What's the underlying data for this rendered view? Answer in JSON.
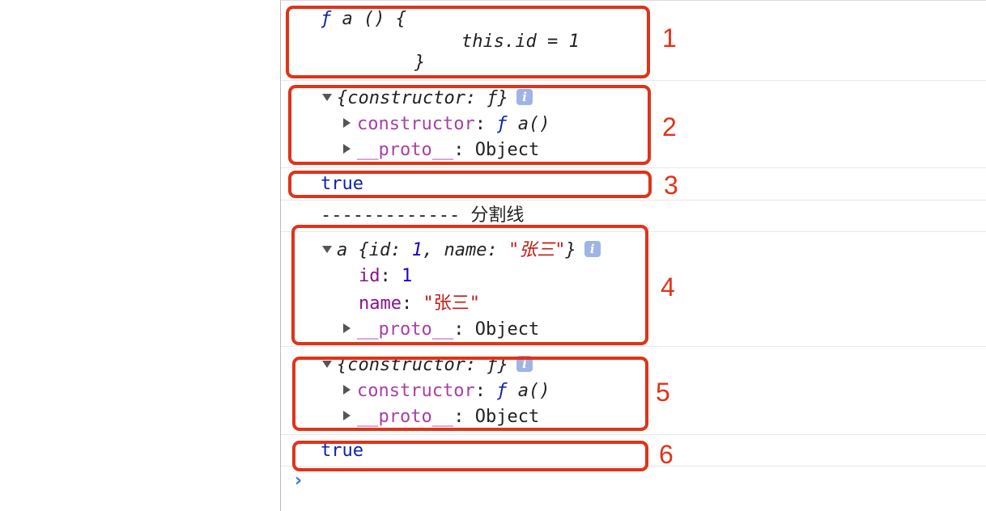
{
  "console": {
    "entries": [
      {
        "id": 1,
        "line1": {
          "keyword": "ƒ",
          "rest": " a () {"
        },
        "line2": "this.id = 1",
        "line3": "}"
      },
      {
        "id": 2,
        "summary": "{constructor: ƒ}",
        "child1": {
          "key": "constructor",
          "sep": ": ",
          "fn": "ƒ",
          "rest": " a()"
        },
        "child2": {
          "key": "__proto__",
          "sep": ": ",
          "value": "Object"
        }
      },
      {
        "id": 3,
        "value": "true"
      },
      {
        "separator": "------------- 分割线"
      },
      {
        "id": 4,
        "summary": {
          "name": "a",
          "open": " {id: ",
          "id_val": "1",
          "mid": ", name: ",
          "name_val": "\"张三\"",
          "close": "}"
        },
        "child1": {
          "key": "id",
          "sep": ": ",
          "value": "1"
        },
        "child2": {
          "key": "name",
          "sep": ": ",
          "value": "\"张三\""
        },
        "child3": {
          "key": "__proto__",
          "sep": ": ",
          "value": "Object"
        }
      },
      {
        "id": 5,
        "summary": "{constructor: ƒ}",
        "child1": {
          "key": "constructor",
          "sep": ": ",
          "fn": "ƒ",
          "rest": " a()"
        },
        "child2": {
          "key": "__proto__",
          "sep": ": ",
          "value": "Object"
        }
      },
      {
        "id": 6,
        "value": "true"
      }
    ],
    "info_icon": "i",
    "prompt_icon": "chevron-right-icon",
    "prompt_glyph": "›"
  },
  "annotations": {
    "labels": [
      "1",
      "2",
      "3",
      "4",
      "5",
      "6"
    ],
    "color": "#e03318"
  },
  "colors": {
    "keyword_blue": "#0d22aa",
    "number_blue": "#1c00cf",
    "property_purple": "#a93fa6",
    "string_red": "#c41a16",
    "prompt_blue": "#3b73d8"
  }
}
